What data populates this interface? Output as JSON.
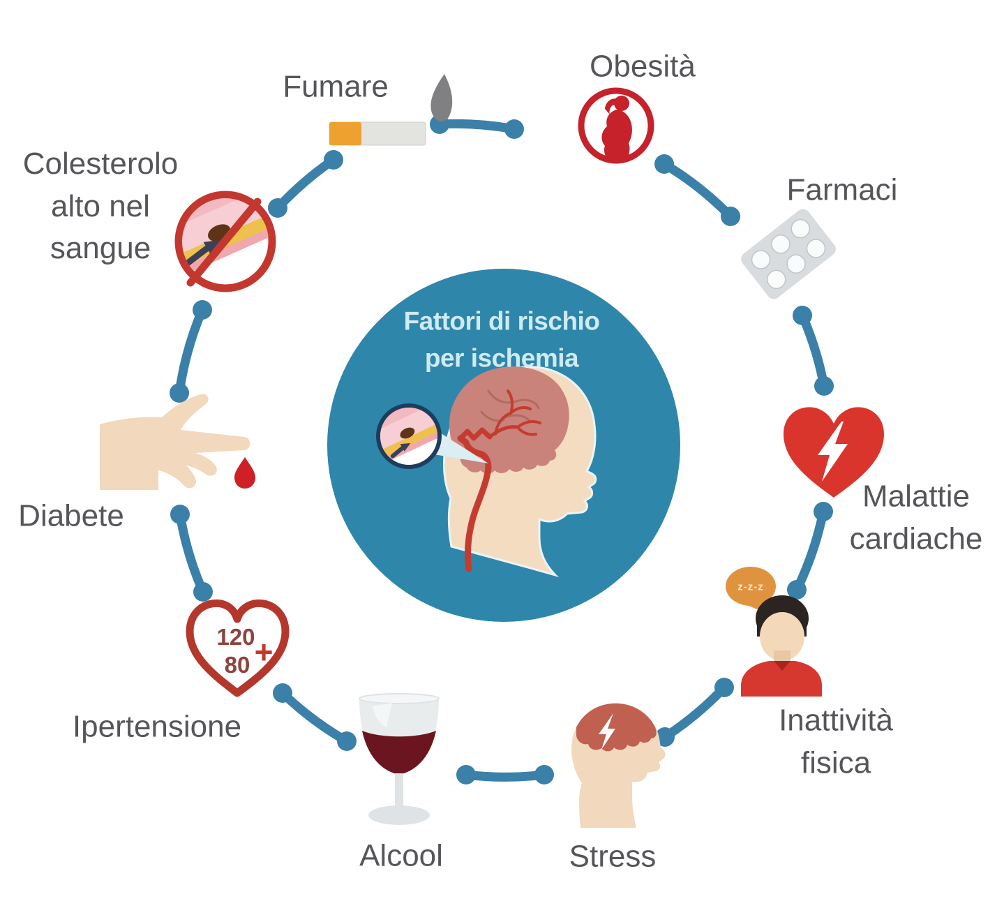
{
  "title": "Fattori di rischio\nper ischemia",
  "factors": {
    "fumare": {
      "label": "Fumare",
      "icon": "cigarette-icon"
    },
    "obesita": {
      "label": "Obesità",
      "icon": "obese-person-icon"
    },
    "farmaci": {
      "label": "Farmaci",
      "icon": "pill-blister-icon"
    },
    "malattie_cardiache": {
      "label": "Malattie\ncardiache",
      "icon": "heart-lightning-icon"
    },
    "inattivita_fisica": {
      "label": "Inattività\nfisica",
      "icon": "sleepy-person-icon",
      "bubble_text": "z-z-z"
    },
    "stress": {
      "label": "Stress",
      "icon": "stress-head-icon"
    },
    "alcool": {
      "label": "Alcool",
      "icon": "wine-glass-icon"
    },
    "ipertensione": {
      "label": "Ipertensione",
      "icon": "blood-pressure-heart-icon",
      "systolic": "120",
      "diastolic": "80",
      "plus": "+"
    },
    "diabete": {
      "label": "Diabete",
      "icon": "finger-blood-drop-icon"
    },
    "colesterolo": {
      "label": "Colesterolo\nalto nel\nsangue",
      "icon": "blocked-artery-icon"
    }
  },
  "colors": {
    "hub_blue": "#2e86ab",
    "connector_blue": "#3a80a9",
    "label_gray": "#55565a",
    "title_text": "#cfeaf1",
    "alert_red": "#c5222b",
    "heart_red": "#da352c",
    "wine_red": "#6a1520",
    "skin": "#f2d8bd",
    "bubble_orange": "#e0933e"
  }
}
